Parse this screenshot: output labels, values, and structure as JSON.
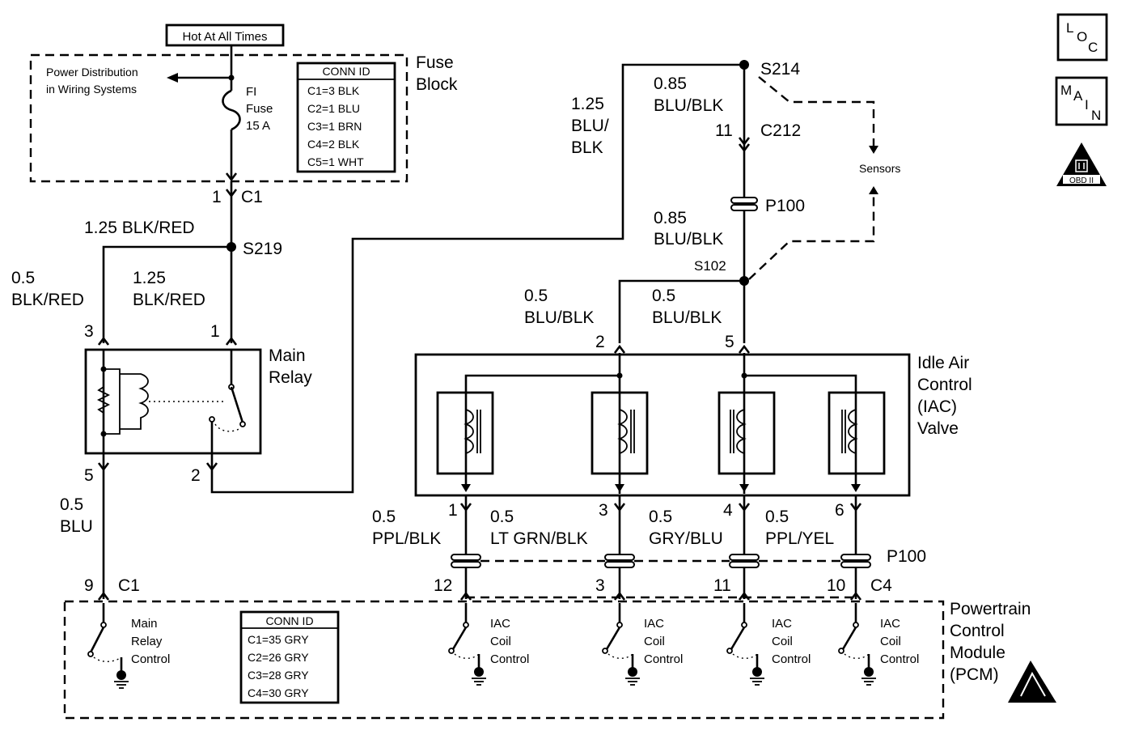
{
  "top": {
    "hot_at_all_times": "Hot At All Times"
  },
  "fuse_block": {
    "title_line1": "Fuse",
    "title_line2": "Block",
    "power_dist_line1": "Power Distribution",
    "power_dist_line2": "in Wiring Systems",
    "fuse_line1": "FI",
    "fuse_line2": "Fuse",
    "fuse_line3": "15 A",
    "conn_id_title": "CONN ID",
    "conn_ids": [
      "C1=3 BLK",
      "C2=1 BLU",
      "C3=1 BRN",
      "C4=2 BLK",
      "C5=1 WHT"
    ]
  },
  "left_circuit": {
    "c1_pin": "1",
    "c1_label": "C1",
    "wire_125_blk_red": "1.25 BLK/RED",
    "s219": "S219",
    "wire_05_size": "0.5",
    "wire_05_color": "BLK/RED",
    "wire_125_size": "1.25",
    "wire_125_color": "BLK/RED",
    "relay_pin3": "3",
    "relay_pin1": "1",
    "relay_pin5": "5",
    "relay_pin2": "2",
    "main_relay_line1": "Main",
    "main_relay_line2": "Relay",
    "wire_05blu_size": "0.5",
    "wire_05blu_color": "BLU",
    "pcm_pin9": "9",
    "pcm_c1": "C1"
  },
  "top_right": {
    "s214": "S214",
    "wire_085_size": "0.85",
    "wire_085_color": "BLU/BLK",
    "wire_125_size": "1.25",
    "wire_125_color1": "BLU/",
    "wire_125_color2": "BLK",
    "c212_pin": "11",
    "c212": "C212",
    "p100": "P100",
    "wire_085b_size": "0.85",
    "wire_085b_color": "BLU/BLK",
    "s102": "S102",
    "sensors": "Sensors",
    "wire_05a_size": "0.5",
    "wire_05a_color": "BLU/BLK",
    "wire_05b_size": "0.5",
    "wire_05b_color": "BLU/BLK",
    "iac_pin2": "2",
    "iac_pin5": "5"
  },
  "iac_valve": {
    "line1": "Idle Air",
    "line2": "Control",
    "line3": "(IAC)",
    "line4": "Valve",
    "pins": [
      "1",
      "3",
      "4",
      "6"
    ],
    "wire_sizes": [
      "0.5",
      "0.5",
      "0.5",
      "0.5"
    ],
    "wire_colors": [
      "PPL/BLK",
      "LT GRN/BLK",
      "GRY/BLU",
      "PPL/YEL"
    ],
    "p100": "P100",
    "pcm_pins": [
      "12",
      "3",
      "11",
      "10"
    ],
    "pcm_c4": "C4"
  },
  "pcm": {
    "title_line1": "Powertrain",
    "title_line2": "Control",
    "title_line3": "Module",
    "title_line4": "(PCM)",
    "main_relay_line1": "Main",
    "main_relay_line2": "Relay",
    "main_relay_line3": "Control",
    "iac_line1": "IAC",
    "iac_line2": "Coil",
    "iac_line3": "Control",
    "conn_id_title": "CONN ID",
    "conn_ids": [
      "C1=35 GRY",
      "C2=26 GRY",
      "C3=28 GRY",
      "C4=30 GRY"
    ]
  },
  "badges": {
    "loc_l": "L",
    "loc_o": "O",
    "loc_c": "C",
    "main_m": "M",
    "main_a": "A",
    "main_i": "I",
    "main_n": "N",
    "obd": "OBD II"
  }
}
